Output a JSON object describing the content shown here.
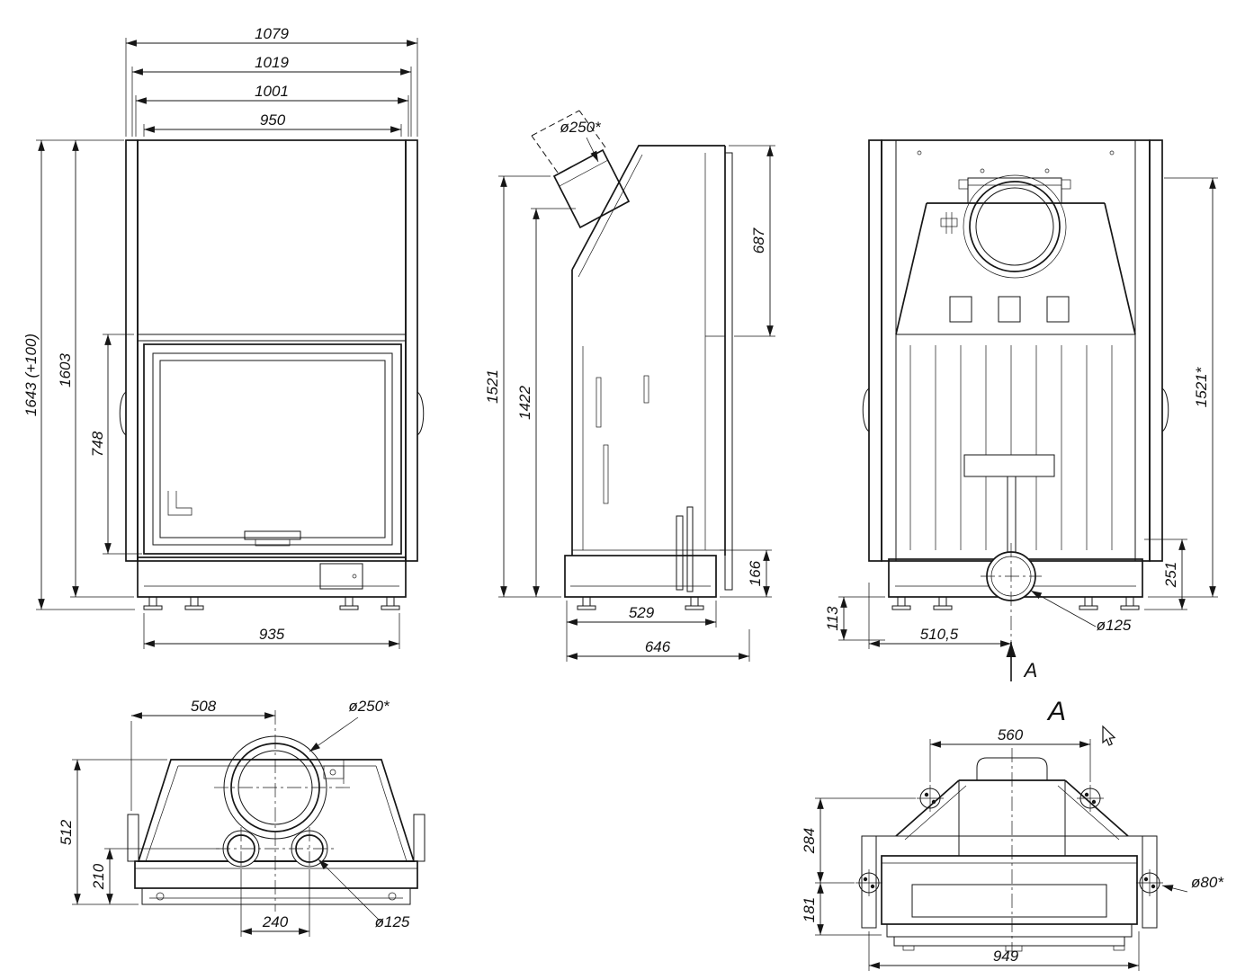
{
  "drawing": {
    "front": {
      "w1079": "1079",
      "w1019": "1019",
      "w1001": "1001",
      "w950": "950",
      "h1643": "1643 (+100)",
      "h1603": "1603",
      "h748": "748",
      "w935": "935"
    },
    "side": {
      "flue": "ø250*",
      "h687": "687",
      "h1521": "1521",
      "h1422": "1422",
      "h166": "166",
      "w529": "529",
      "w646": "646"
    },
    "back": {
      "h1521": "1521*",
      "h251": "251",
      "h113": "113",
      "w510": "510,5",
      "outlet": "ø125",
      "cut": "A"
    },
    "top": {
      "w508": "508",
      "flue": "ø250*",
      "h512": "512",
      "h210": "210",
      "w240": "240",
      "outlet": "ø125"
    },
    "section": {
      "title": "A",
      "w560": "560",
      "h284": "284",
      "h181": "181",
      "w949": "949",
      "bolt": "ø80*"
    }
  }
}
